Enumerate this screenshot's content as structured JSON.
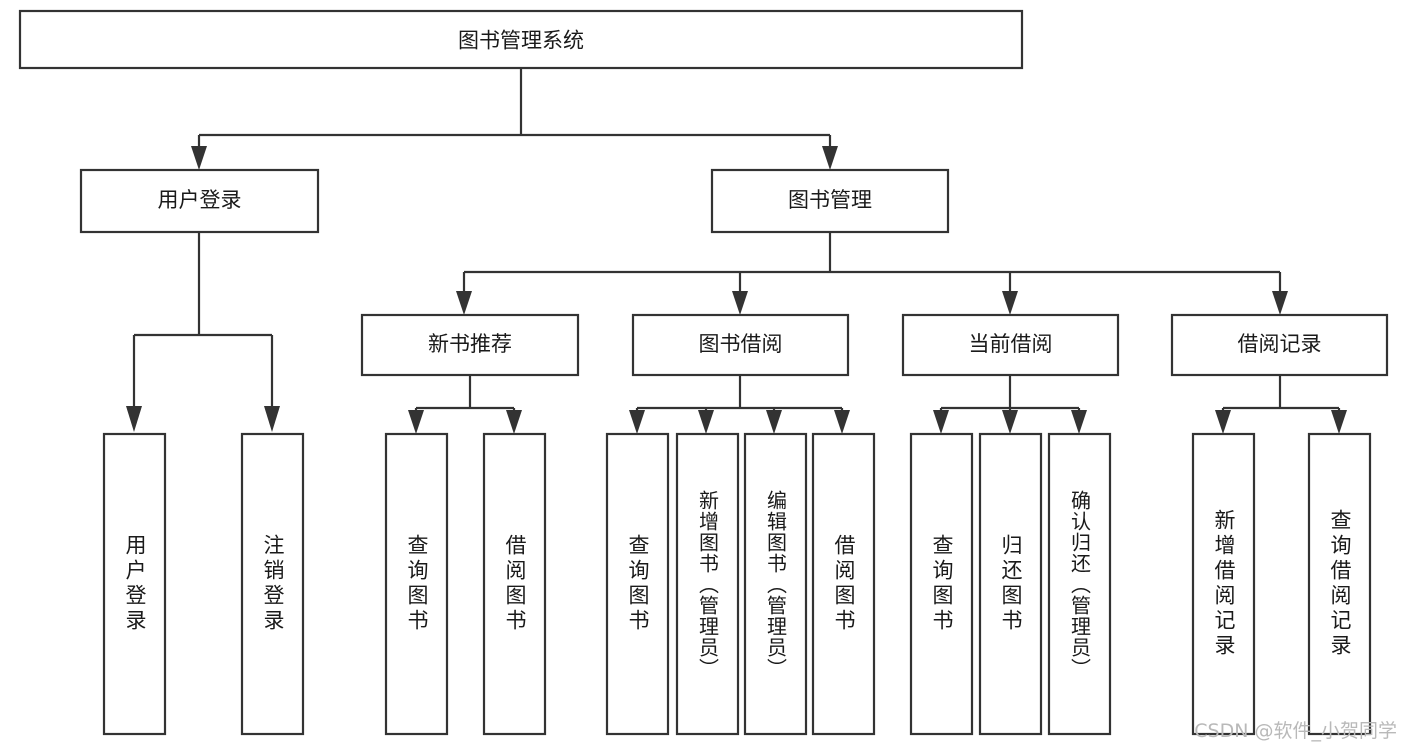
{
  "diagram": {
    "type": "tree-hierarchy-diagram",
    "title": "图书管理系统",
    "watermark": "CSDN @软件_小贺同学",
    "colors": {
      "box_stroke": "#333333",
      "box_fill": "#ffffff",
      "text": "#1a1a1a",
      "background": "#ffffff",
      "watermark": "#b9b9b9"
    },
    "root": {
      "id": "root",
      "label": "图书管理系统"
    },
    "level2": [
      {
        "id": "user-login",
        "label": "用户登录"
      },
      {
        "id": "book-management",
        "label": "图书管理"
      }
    ],
    "level3": [
      {
        "id": "new-book-recommend",
        "label": "新书推荐",
        "parent": "book-management"
      },
      {
        "id": "book-borrow",
        "label": "图书借阅",
        "parent": "book-management"
      },
      {
        "id": "current-borrow",
        "label": "当前借阅",
        "parent": "book-management"
      },
      {
        "id": "borrow-record",
        "label": "借阅记录",
        "parent": "book-management"
      }
    ],
    "leaves": [
      {
        "id": "leaf-user-login",
        "label": "用户登录",
        "parent": "user-login",
        "dense": false
      },
      {
        "id": "leaf-logout-login",
        "label": "注销登录",
        "parent": "user-login",
        "dense": false
      },
      {
        "id": "leaf-query-book-1",
        "label": "查询图书",
        "parent": "new-book-recommend",
        "dense": false
      },
      {
        "id": "leaf-borrow-book-1",
        "label": "借阅图书",
        "parent": "new-book-recommend",
        "dense": false
      },
      {
        "id": "leaf-query-book-2",
        "label": "查询图书",
        "parent": "book-borrow",
        "dense": false
      },
      {
        "id": "leaf-add-book-admin",
        "label": "新增图书（管理员）",
        "parent": "book-borrow",
        "dense": true
      },
      {
        "id": "leaf-edit-book-admin",
        "label": "编辑图书（管理员）",
        "parent": "book-borrow",
        "dense": true
      },
      {
        "id": "leaf-borrow-book-2",
        "label": "借阅图书",
        "parent": "book-borrow",
        "dense": false
      },
      {
        "id": "leaf-query-book-3",
        "label": "查询图书",
        "parent": "current-borrow",
        "dense": false
      },
      {
        "id": "leaf-return-book",
        "label": "归还图书",
        "parent": "current-borrow",
        "dense": false
      },
      {
        "id": "leaf-confirm-return-admin",
        "label": "确认归还（管理员）",
        "parent": "current-borrow",
        "dense": true
      },
      {
        "id": "leaf-add-borrow-record",
        "label": "新增借阅记录",
        "parent": "borrow-record",
        "dense": false
      },
      {
        "id": "leaf-query-borrow-record",
        "label": "查询借阅记录",
        "parent": "borrow-record",
        "dense": false
      }
    ]
  }
}
